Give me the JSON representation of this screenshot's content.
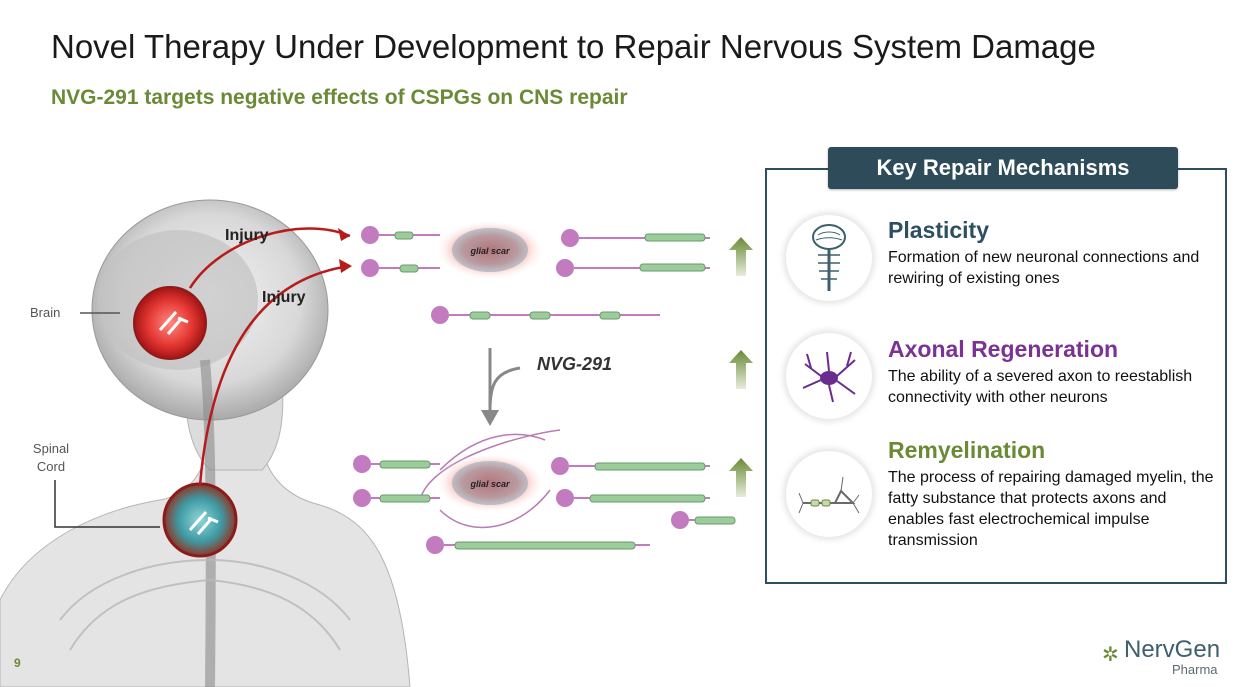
{
  "title": "Novel Therapy Under Development to Repair Nervous System Damage",
  "subtitle": "NVG-291 targets negative effects of CSPGs on CNS repair",
  "figure": {
    "brain_label": "Brain",
    "spinal_label": "Spinal Cord",
    "injury_label_1": "Injury",
    "injury_label_2": "Injury",
    "drug_label": "NVG-291",
    "scar_label_top": "glial scar",
    "scar_label_bottom": "glial scar"
  },
  "panel": {
    "header": "Key Repair Mechanisms",
    "mechanisms": [
      {
        "title": "Plasticity",
        "description": "Formation of new neuronal connections and rewiring of existing ones",
        "color": "#2c4f62",
        "icon": "spinal-cord-icon"
      },
      {
        "title": "Axonal Regeneration",
        "description": "The ability of a severed axon to reestablish connectivity with other neurons",
        "color": "#7b3294",
        "icon": "neuron-icon"
      },
      {
        "title": "Remyelination",
        "description": "The process of repairing damaged myelin, the fatty substance that protects axons and enables fast electrochemical impulse transmission",
        "color": "#6a8a35",
        "icon": "myelin-icon"
      }
    ]
  },
  "page_number": "9",
  "logo": {
    "name": "NervGen",
    "sub": "Pharma"
  }
}
